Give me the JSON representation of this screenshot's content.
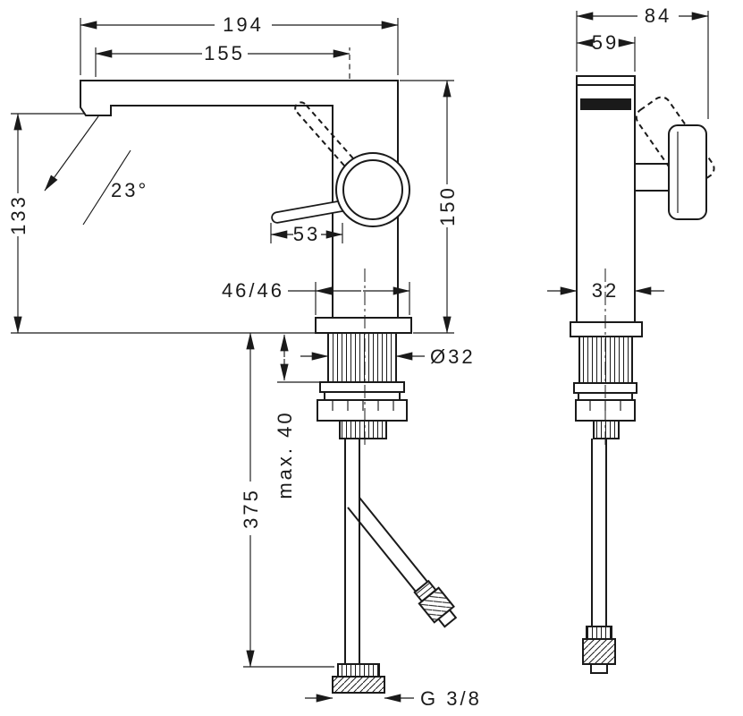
{
  "drawing": {
    "type": "faucet-installation-dimensions",
    "colors": {
      "line": "#1a1a1a",
      "background": "#ffffff"
    },
    "front": {
      "dims": {
        "overall_width": "194",
        "spout_reach": "155",
        "spout_height": "133",
        "spray_angle": "23°",
        "body_height": "150",
        "lever_length": "53",
        "base_offset": "46/46",
        "shank_diameter": "Ø32",
        "max_mounting_thickness": "max. 40",
        "hose_length": "375",
        "connection_thread": "G 3/8"
      }
    },
    "side": {
      "dims": {
        "overall_depth": "84",
        "body_depth": "59",
        "body_width": "32"
      }
    }
  }
}
